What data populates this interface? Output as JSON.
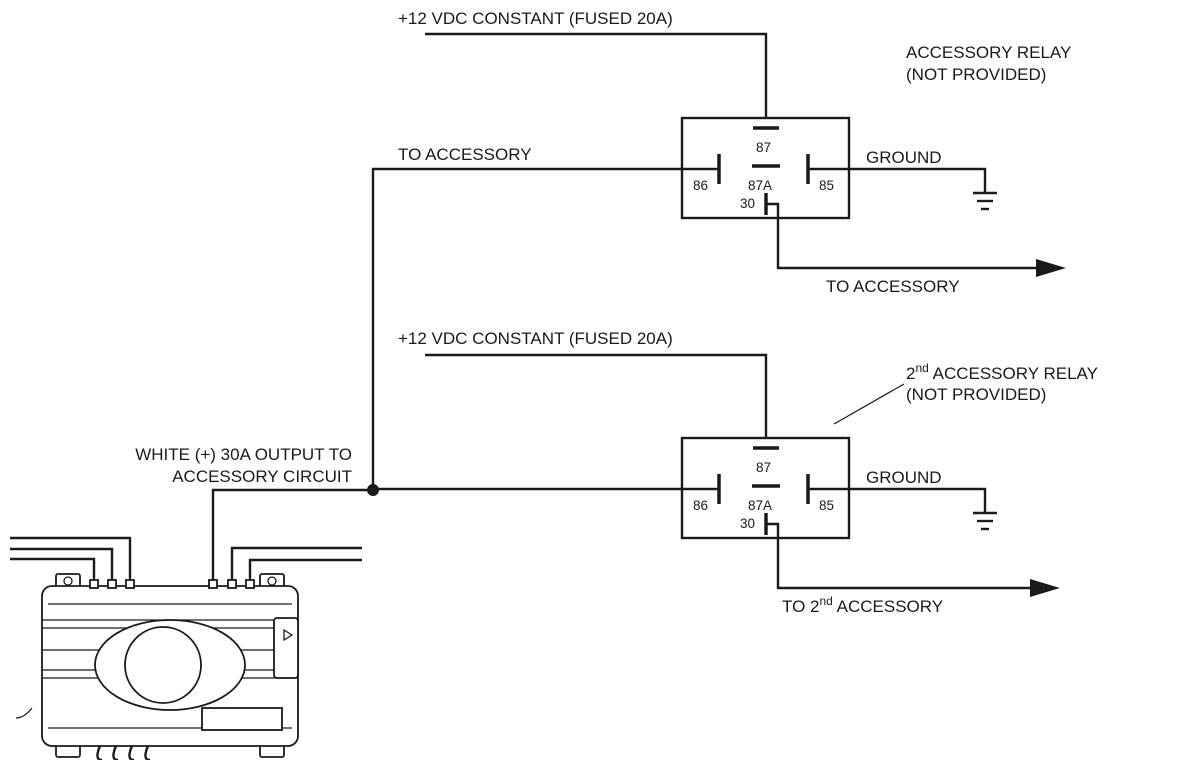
{
  "relay1": {
    "supply_label": "+12 VDC CONSTANT (FUSED 20A)",
    "title_line1": "ACCESSORY RELAY",
    "title_line2": "(NOT PROVIDED)",
    "input_label": "TO ACCESSORY",
    "ground_label": "GROUND",
    "output_label": "TO ACCESSORY",
    "pins": {
      "p87": "87",
      "p86": "86",
      "p87a": "87A",
      "p85": "85",
      "p30": "30"
    }
  },
  "relay2": {
    "supply_label": "+12 VDC CONSTANT (FUSED 20A)",
    "title_sup": "nd",
    "title_num": "2",
    "title_rest": " ACCESSORY RELAY",
    "title_line2": "(NOT PROVIDED)",
    "ground_label": "GROUND",
    "output_prefix": "TO 2",
    "output_sup": "nd",
    "output_rest": " ACCESSORY",
    "pins": {
      "p87": "87",
      "p86": "86",
      "p87a": "87A",
      "p85": "85",
      "p30": "30"
    }
  },
  "module": {
    "output_line1": "WHITE (+) 30A OUTPUT TO",
    "output_line2": "ACCESSORY CIRCUIT"
  },
  "icons": {
    "ground": "ground-symbol-icon",
    "arrow": "arrow-right-icon",
    "junction": "wire-junction-dot"
  }
}
